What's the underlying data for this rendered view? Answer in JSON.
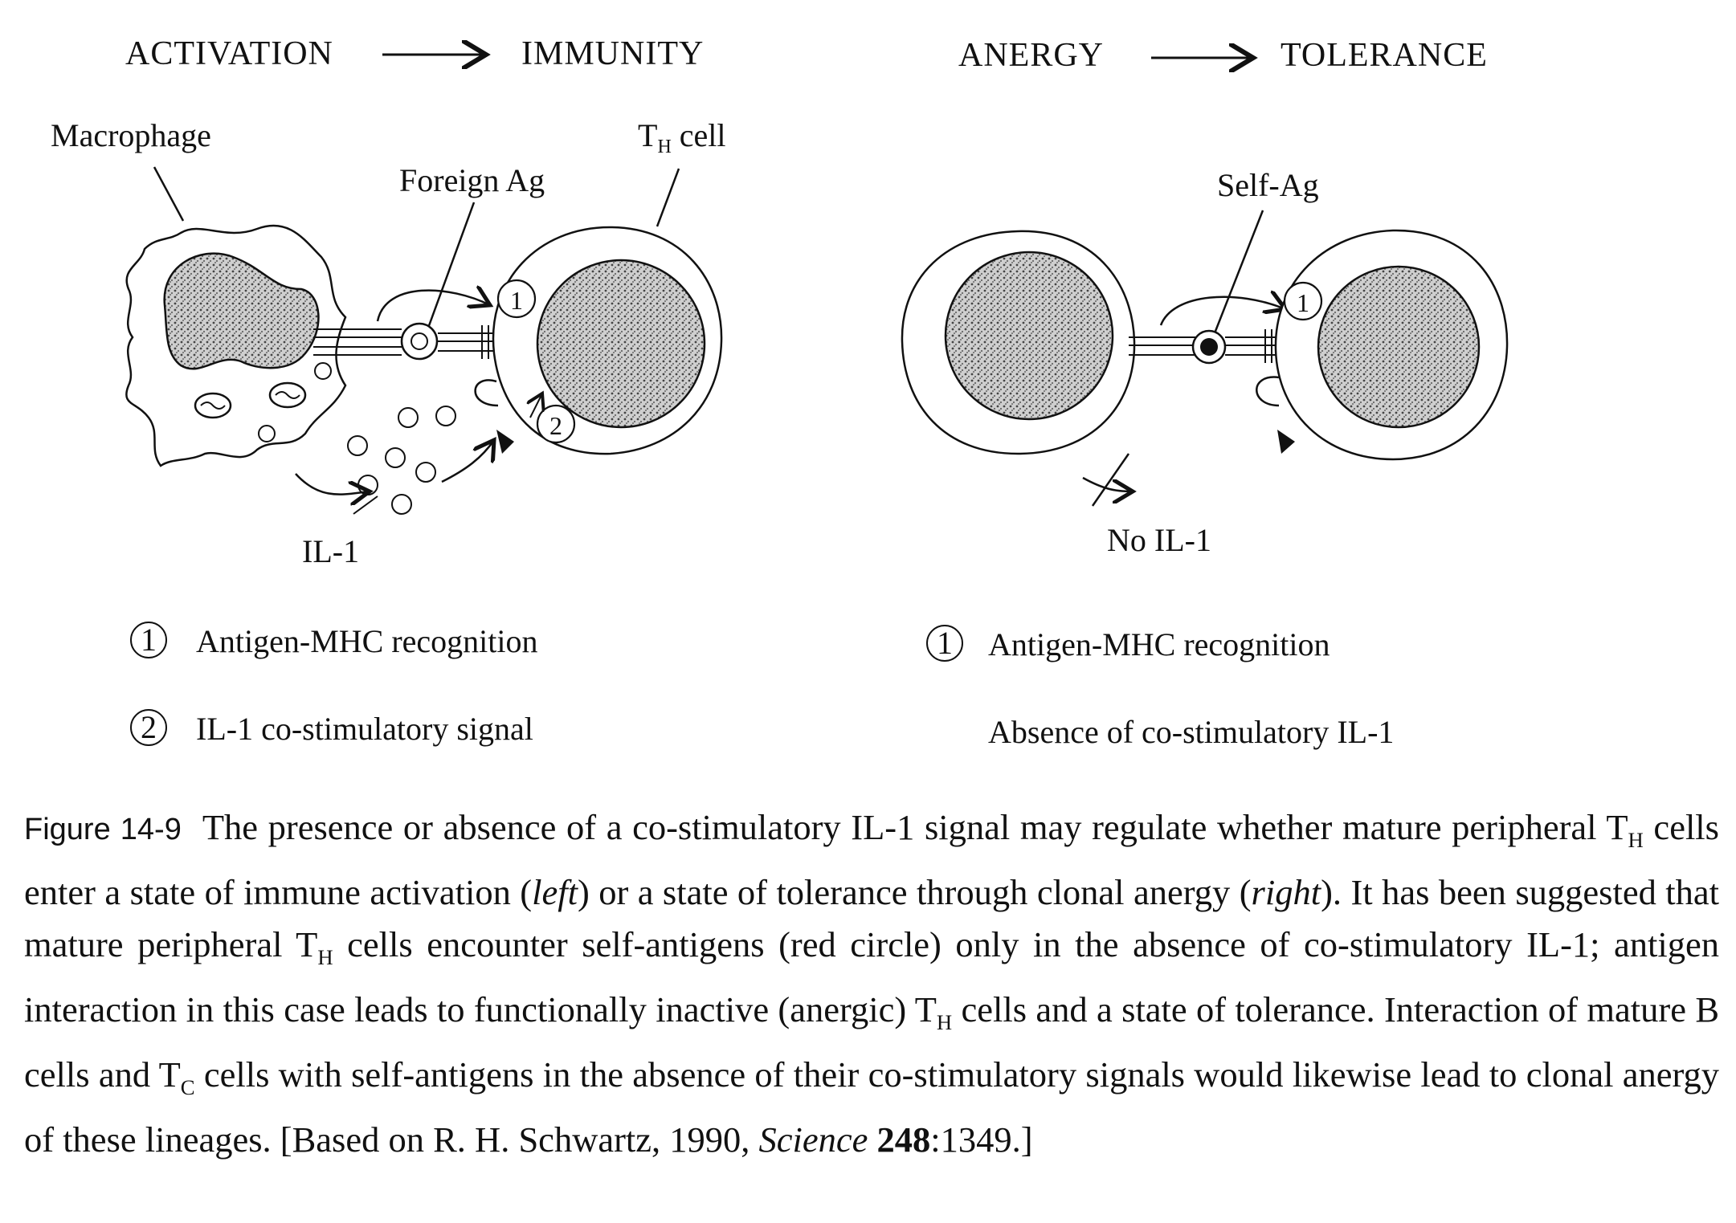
{
  "headers": {
    "left_from": "ACTIVATION",
    "left_to": "IMMUNITY",
    "right_from": "ANERGY",
    "right_to": "TOLERANCE"
  },
  "labels": {
    "macrophage": "Macrophage",
    "th_cell": "T",
    "th_cell_sub": "H",
    "th_cell_suffix": " cell",
    "foreign_ag": "Foreign Ag",
    "self_ag": "Self-Ag",
    "il1": "IL-1",
    "no_il1": "No IL-1",
    "marker_1": "1",
    "marker_2": "2"
  },
  "legend_left": [
    {
      "num": "1",
      "text": "Antigen-MHC recognition"
    },
    {
      "num": "2",
      "text": "IL-1 co-stimulatory signal"
    }
  ],
  "legend_right": [
    {
      "num": "1",
      "text": "Antigen-MHC recognition"
    },
    {
      "text": "Absence of co-stimulatory IL-1"
    }
  ],
  "caption": {
    "figure_label": "Figure 14-9",
    "p1": "The presence or absence of a co-stimulatory IL-1 signal may regulate whether mature peripheral T",
    "sub_h": "H",
    "p2": " cells enter a state of immune activation (",
    "left": "left",
    "p3": ") or a state of tolerance through clonal anergy (",
    "right": "right",
    "p4": "). It has been suggested that mature peripheral T",
    "p5": " cells encounter self-antigens (red circle) only in the absence of co-stimulatory IL-1; antigen interaction in this case leads to functionally inactive (anergic) T",
    "p6": " cells and a state of tolerance. Interaction of mature B cells and T",
    "sub_c": "C",
    "p7": " cells with self-antigens in the absence of their co-stimulatory signals would likewise lead to clonal anergy of these lineages. [Based on R. H. Schwartz, 1990, ",
    "journal": "Science",
    "volume": "248",
    "pages": ":1349.]"
  }
}
